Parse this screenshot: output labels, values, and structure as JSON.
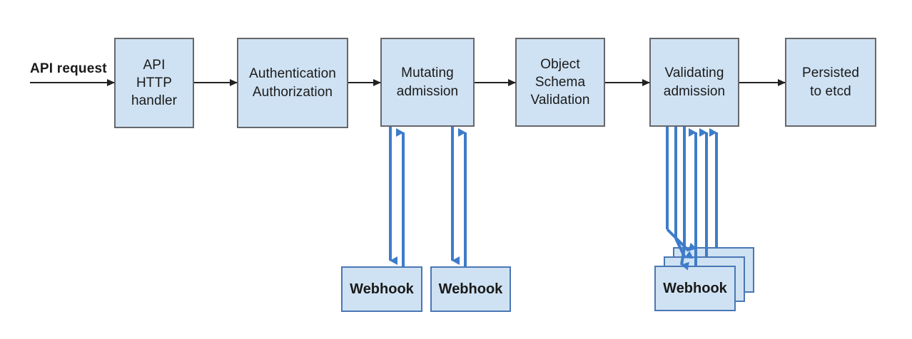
{
  "diagram": {
    "title": "Kubernetes API request admission control flow",
    "type": "flow-diagram",
    "colors": {
      "box_fill": "#cfe2f3",
      "box_stroke": "#66676b",
      "webhook_stroke": "#4a77b4",
      "flow_arrow": "#333333",
      "webhook_arrow": "#3d7cc9",
      "background": "#ffffff",
      "text": "#1a1a1a"
    },
    "entry": {
      "label": "API request"
    },
    "stages": [
      {
        "id": "api-http-handler",
        "label": "API\nHTTP\nhandler"
      },
      {
        "id": "authentication-authorization",
        "label": "Authentication\nAuthorization"
      },
      {
        "id": "mutating-admission",
        "label": "Mutating\nadmission"
      },
      {
        "id": "object-schema-validation",
        "label": "Object\nSchema\nValidation"
      },
      {
        "id": "validating-admission",
        "label": "Validating\nadmission"
      },
      {
        "id": "persisted-to-etcd",
        "label": "Persisted\nto etcd"
      }
    ],
    "webhooks": {
      "label": "Webhook",
      "mutating_count": 2,
      "validating_count": 1,
      "validating_stack_depth": 3
    }
  }
}
